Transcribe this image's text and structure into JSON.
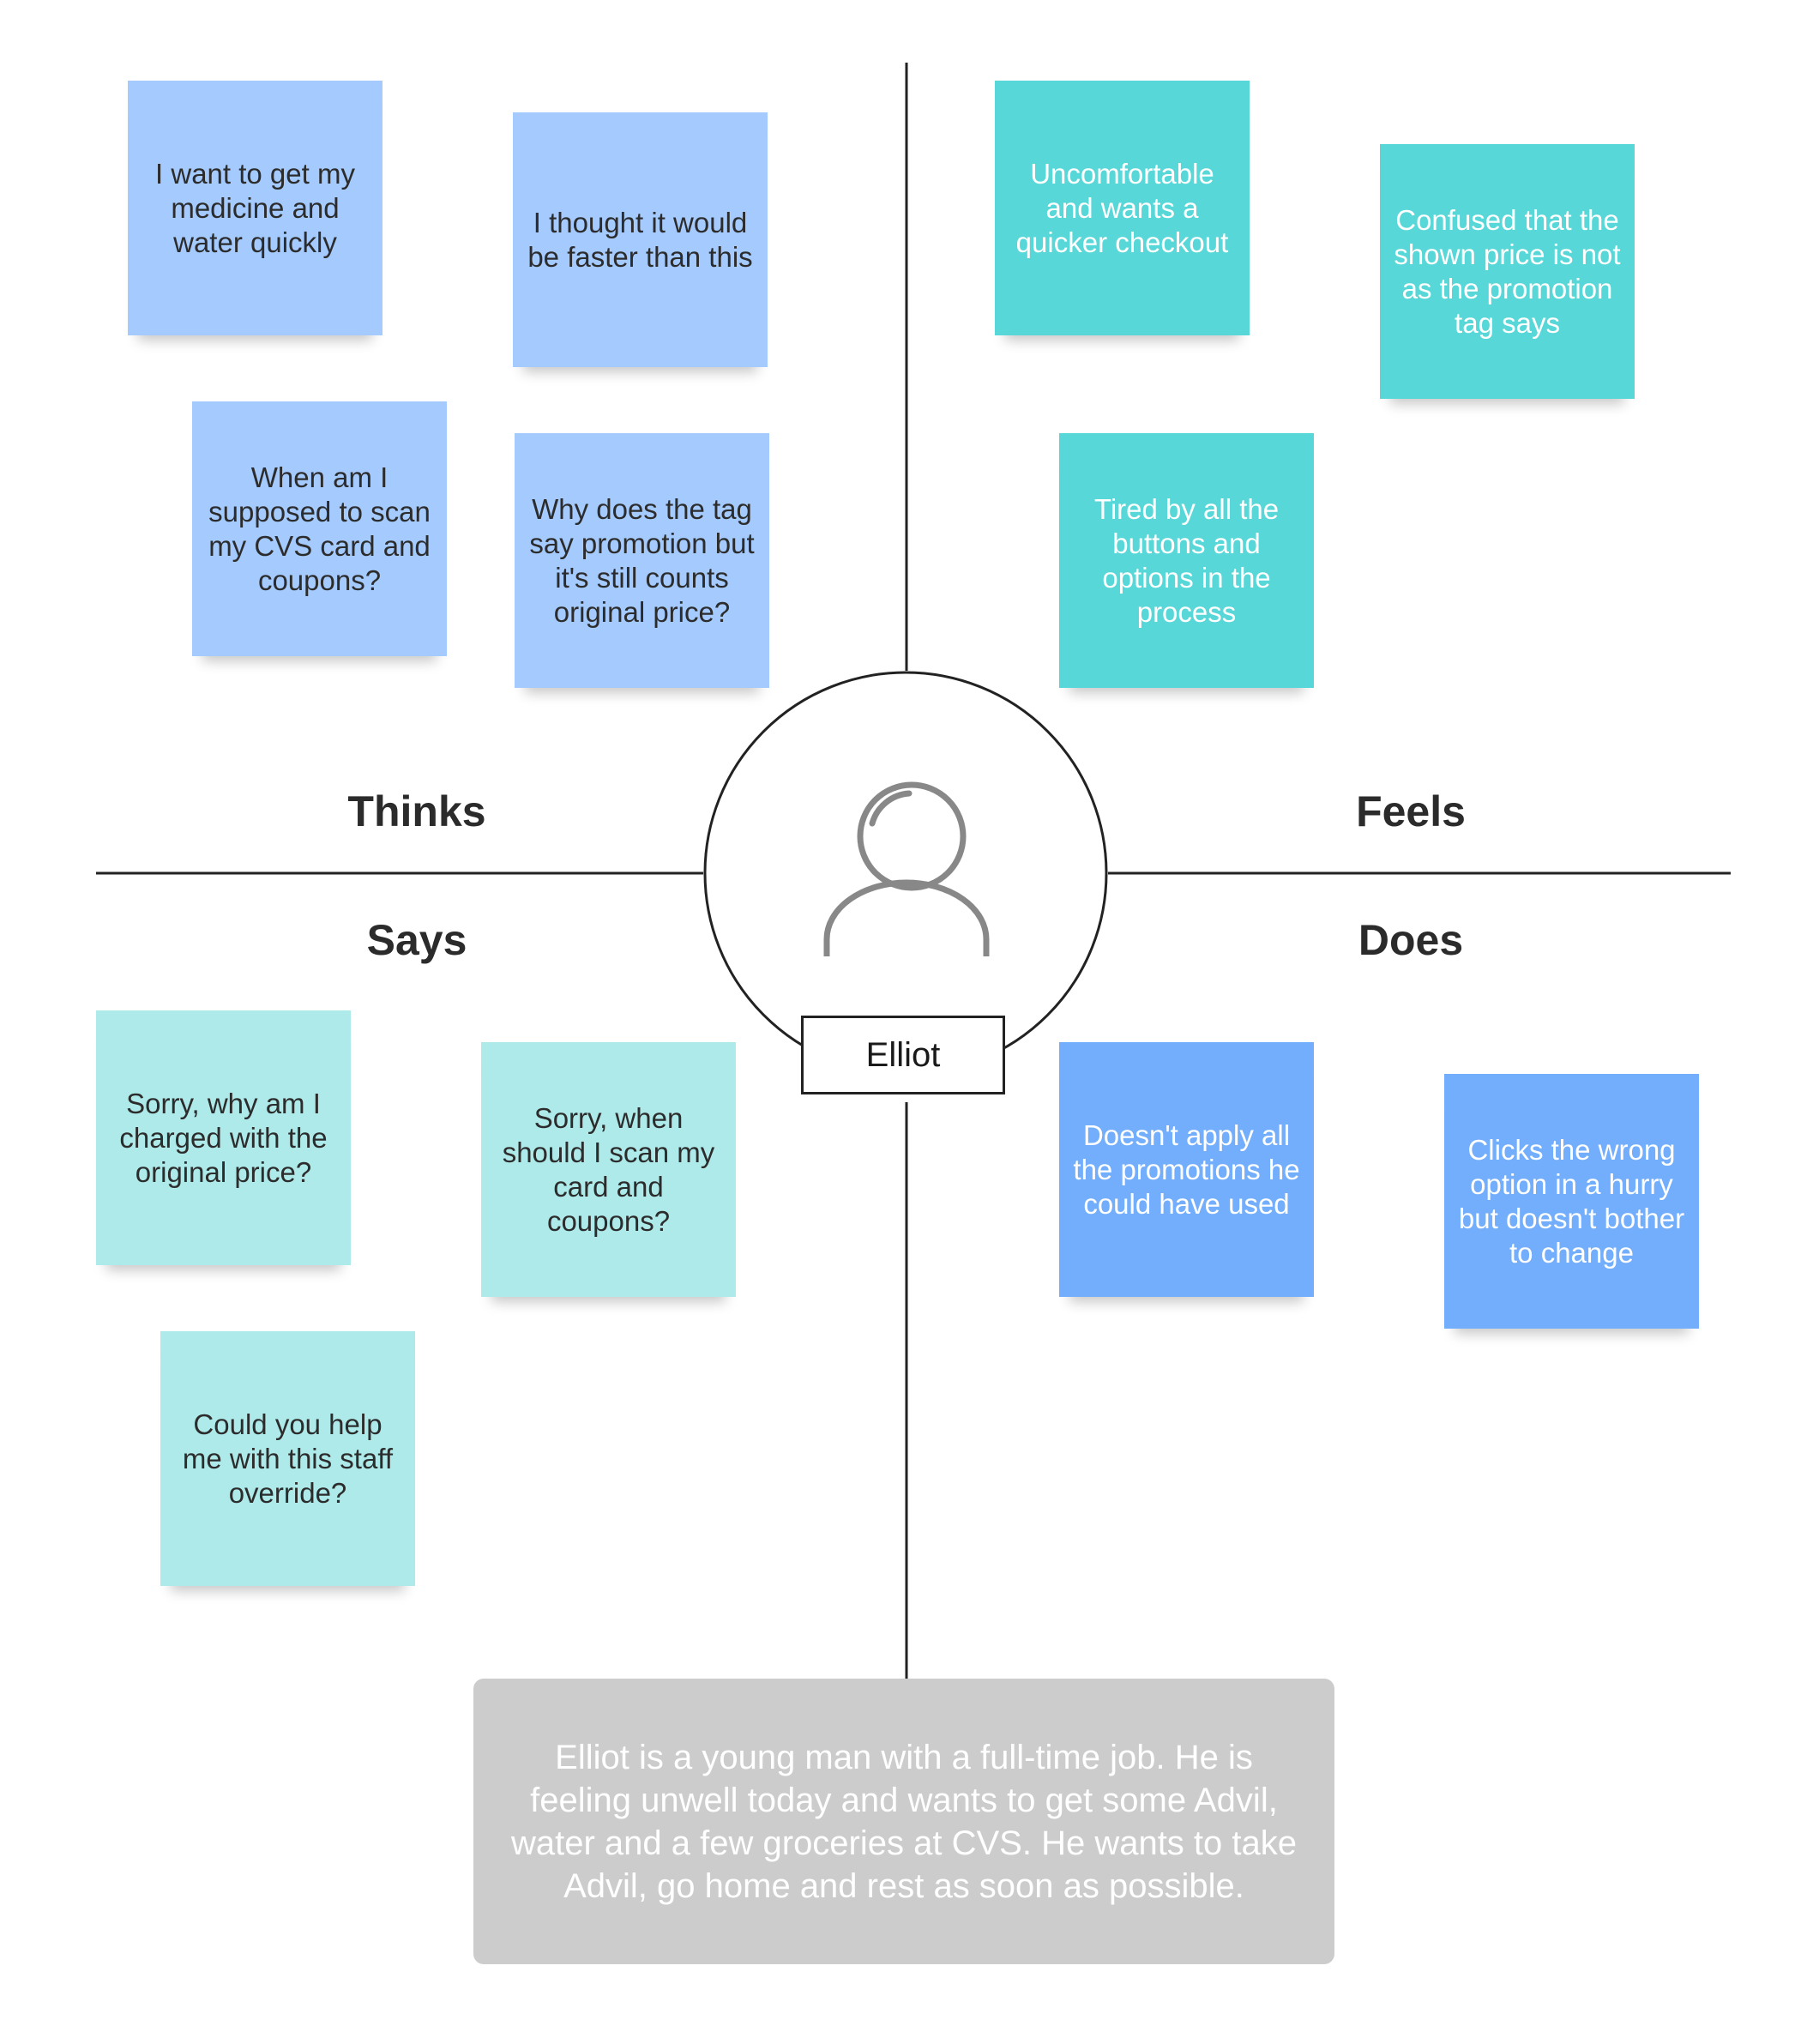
{
  "quadrants": {
    "thinks": "Thinks",
    "feels": "Feels",
    "says": "Says",
    "does": "Does"
  },
  "persona": {
    "name": "Elliot",
    "icon": "user-avatar-icon",
    "description": "Elliot is a young man with a full-time job. He is feeling unwell today and wants to get some Advil, water and a few groceries at CVS. He wants to take Advil, go home and rest as soon as possible."
  },
  "thinks_notes": [
    "I want to get my medicine and water quickly",
    "I thought it would be faster than this",
    "When am I supposed to scan my CVS card and coupons?",
    "Why does the tag say promotion but it's still counts original price?"
  ],
  "feels_notes": [
    "Uncomfortable and wants a quicker checkout",
    "Confused that the shown price is not as the promotion tag says",
    "Tired by all the buttons and options in the process"
  ],
  "says_notes": [
    "Sorry, why am I charged with the original price?",
    "Sorry, when should I scan my card and coupons?",
    "Could you help me with this staff override?"
  ],
  "does_notes": [
    "Doesn't  apply all the promotions he could have used",
    "Clicks the wrong option in a hurry but doesn't bother to change"
  ],
  "colors": {
    "thinks_note": "#a4cafe",
    "feels_note": "#57d7d7",
    "says_note": "#aeeaea",
    "does_note": "#73aefd",
    "description_box": "#cccccc",
    "lines": "#222222"
  }
}
